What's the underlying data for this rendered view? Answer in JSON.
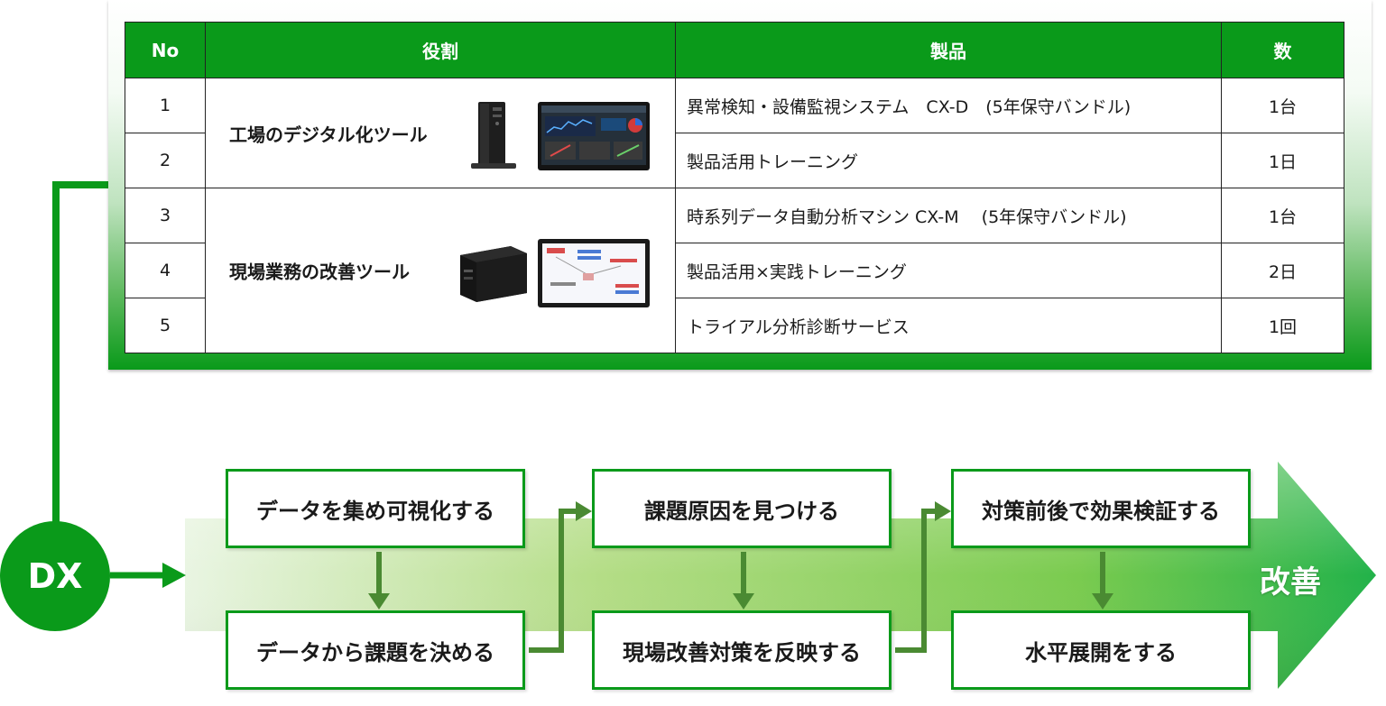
{
  "table": {
    "headers": [
      "No",
      "役割",
      "製品",
      "数"
    ],
    "roles": [
      "工場のデジタル化ツール",
      "現場業務の改善ツール"
    ],
    "rows": [
      {
        "no": "1",
        "product": "異常検知・設備監視システム　CX-D　(5年保守バンドル)",
        "qty": "1台"
      },
      {
        "no": "2",
        "product": "製品活用トレーニング",
        "qty": "1日"
      },
      {
        "no": "3",
        "product": "時系列データ自動分析マシン CX-M　 (5年保守バンドル)",
        "qty": "1台"
      },
      {
        "no": "4",
        "product": "製品活用×実践トレーニング",
        "qty": "2日"
      },
      {
        "no": "5",
        "product": "トライアル分析診断サービス",
        "qty": "1回"
      }
    ]
  },
  "flow": {
    "start": "DX",
    "goal": "改善",
    "steps": [
      "データを集め可視化する",
      "データから課題を決める",
      "課題原因を見つける",
      "現場改善対策を反映する",
      "対策前後で効果検証する",
      "水平展開をする"
    ]
  },
  "colors": {
    "primary_green": "#0a9a1a",
    "arrow_dark": "#4a8a32"
  }
}
